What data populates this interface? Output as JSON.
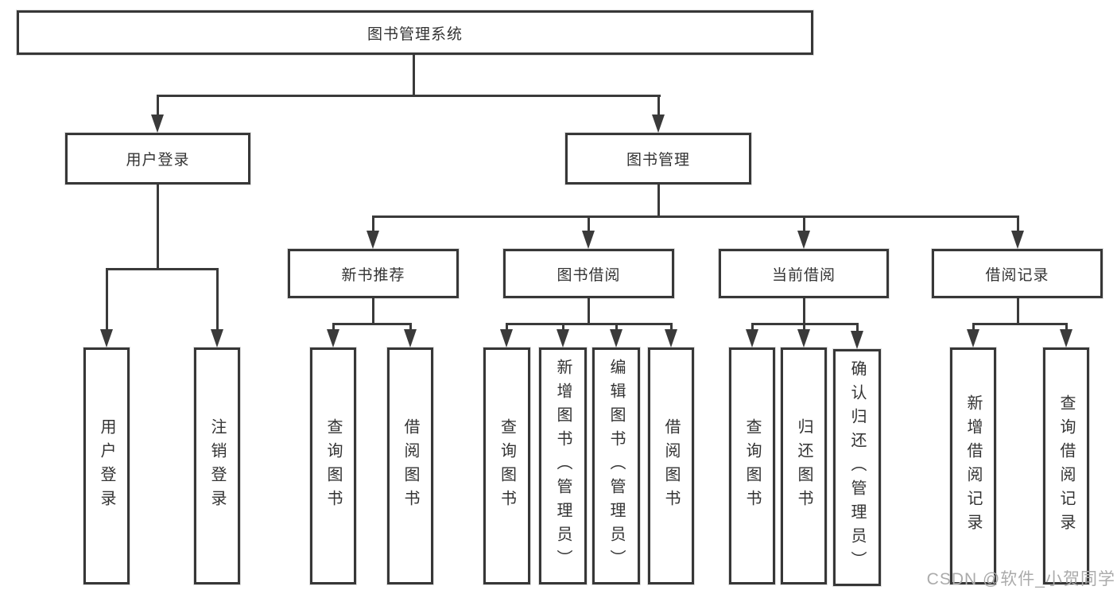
{
  "tree": {
    "root": "图书管理系统",
    "children": [
      {
        "label": "用户登录",
        "children": [
          {
            "label": "用户登录"
          },
          {
            "label": "注销登录"
          }
        ]
      },
      {
        "label": "图书管理",
        "children": [
          {
            "label": "新书推荐",
            "children": [
              {
                "label": "查询图书"
              },
              {
                "label": "借阅图书"
              }
            ]
          },
          {
            "label": "图书借阅",
            "children": [
              {
                "label": "查询图书"
              },
              {
                "label": "新增图书（管理员）"
              },
              {
                "label": "编辑图书（管理员）"
              },
              {
                "label": "借阅图书"
              }
            ]
          },
          {
            "label": "当前借阅",
            "children": [
              {
                "label": "查询图书"
              },
              {
                "label": "归还图书"
              },
              {
                "label": "确认归还（管理员）"
              }
            ]
          },
          {
            "label": "借阅记录",
            "children": [
              {
                "label": "新增借阅记录"
              },
              {
                "label": "查询借阅记录"
              }
            ]
          }
        ]
      }
    ]
  },
  "watermark": {
    "text": "CSDN @软件_小贺同学"
  },
  "colors": {
    "line": "#3a3a3a",
    "border": "#373737",
    "text": "#333333",
    "watermark": "#ababab"
  }
}
